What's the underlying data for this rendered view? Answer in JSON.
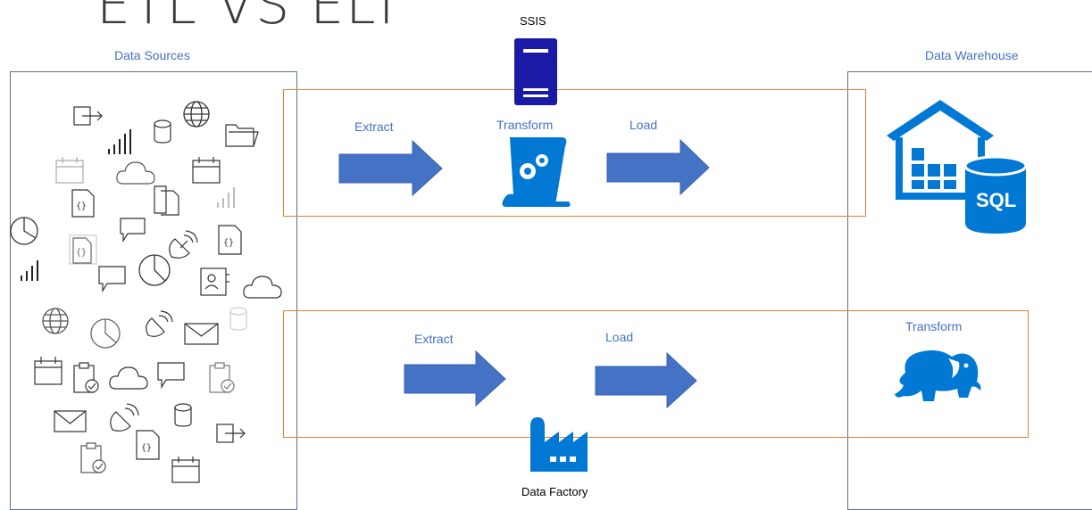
{
  "title": "ETL VS ELT",
  "sources": {
    "label": "Data Sources"
  },
  "warehouse": {
    "label": "Data Warehouse",
    "sql_label": "SQL"
  },
  "etl": {
    "tool_label": "SSIS",
    "extract_label": "Extract",
    "transform_label": "Transform",
    "load_label": "Load"
  },
  "elt": {
    "tool_label": "Data Factory",
    "extract_label": "Extract",
    "load_label": "Load",
    "transform_label": "Transform"
  },
  "colors": {
    "accent": "#4472c4",
    "orange": "#ed7d31",
    "azure": "#0078d4",
    "navy": "#1a1aa6"
  },
  "icons": [
    "exit-icon",
    "signal-icon",
    "database-icon",
    "globe-icon",
    "folder-icon",
    "calendar-icon",
    "cloud-icon",
    "file-code-icon",
    "folder-stack-icon",
    "pie-chart-icon",
    "chat-icon",
    "satellite-icon",
    "contact-card-icon",
    "mail-icon",
    "clipboard-check-icon"
  ]
}
